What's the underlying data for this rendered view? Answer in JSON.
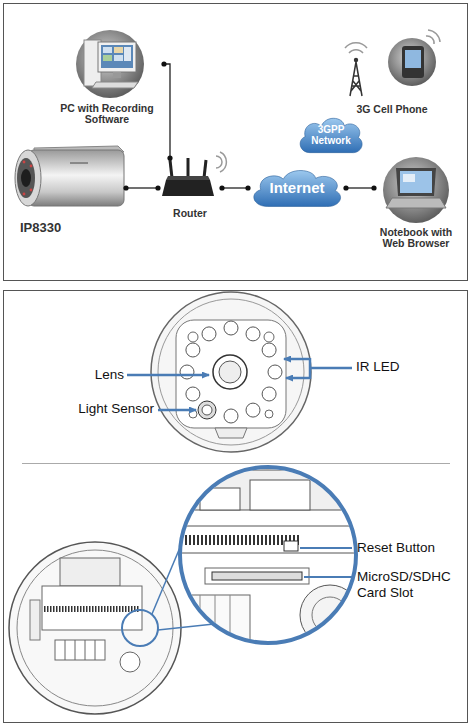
{
  "diagram": {
    "nodes": [
      {
        "text": [
          "PC with Recording Software"
        ]
      },
      {
        "text": [
          "3G Cell Phone"
        ]
      },
      {
        "text": [
          "3GPP Network"
        ]
      },
      {
        "text": [
          "IP8330"
        ]
      },
      {
        "text": [
          "Router"
        ]
      },
      {
        "text": [
          "Internet"
        ]
      },
      {
        "text": [
          "Notebook with Web Browser"
        ]
      }
    ],
    "edges": [
      {
        "from": 0,
        "to": 4,
        "arrow": "none"
      },
      {
        "from": 3,
        "to": 4,
        "arrow": "none"
      },
      {
        "from": 4,
        "to": 5,
        "arrow": "none"
      },
      {
        "from": 5,
        "to": 6,
        "arrow": "none"
      }
    ],
    "labels": [
      "Lens",
      "IR LED",
      "Light Sensor",
      "Reset Button",
      "MicroSD/SDHC Card Slot"
    ]
  }
}
